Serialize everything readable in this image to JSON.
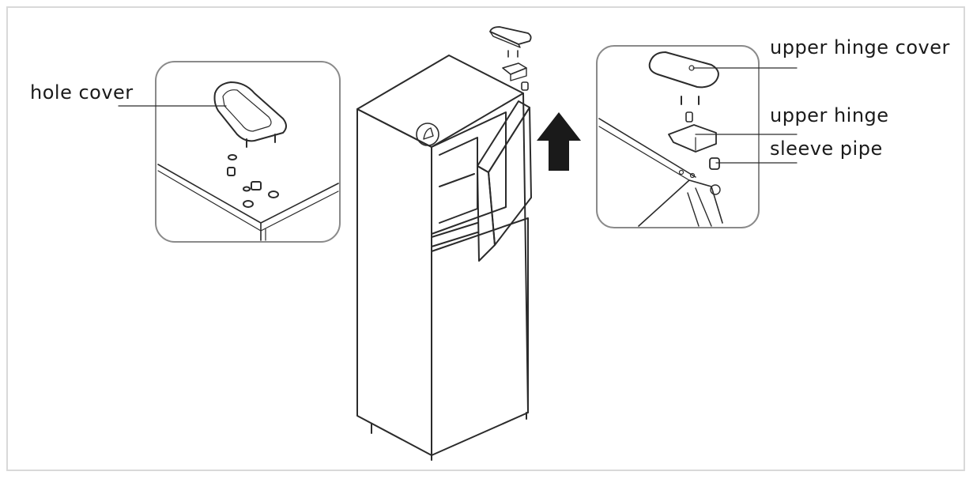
{
  "labels": {
    "hole_cover": "hole cover",
    "upper_hinge_cover": "upper hinge cover",
    "upper_hinge": "upper hinge",
    "sleeve_pipe": "sleeve pipe"
  },
  "colors": {
    "line": "#2b2b2b",
    "inset_border": "#8a8a8a",
    "frame": "#d9d9d9",
    "arrow": "#1a1a1a"
  },
  "icons": {
    "direction": "arrow-up-icon"
  }
}
